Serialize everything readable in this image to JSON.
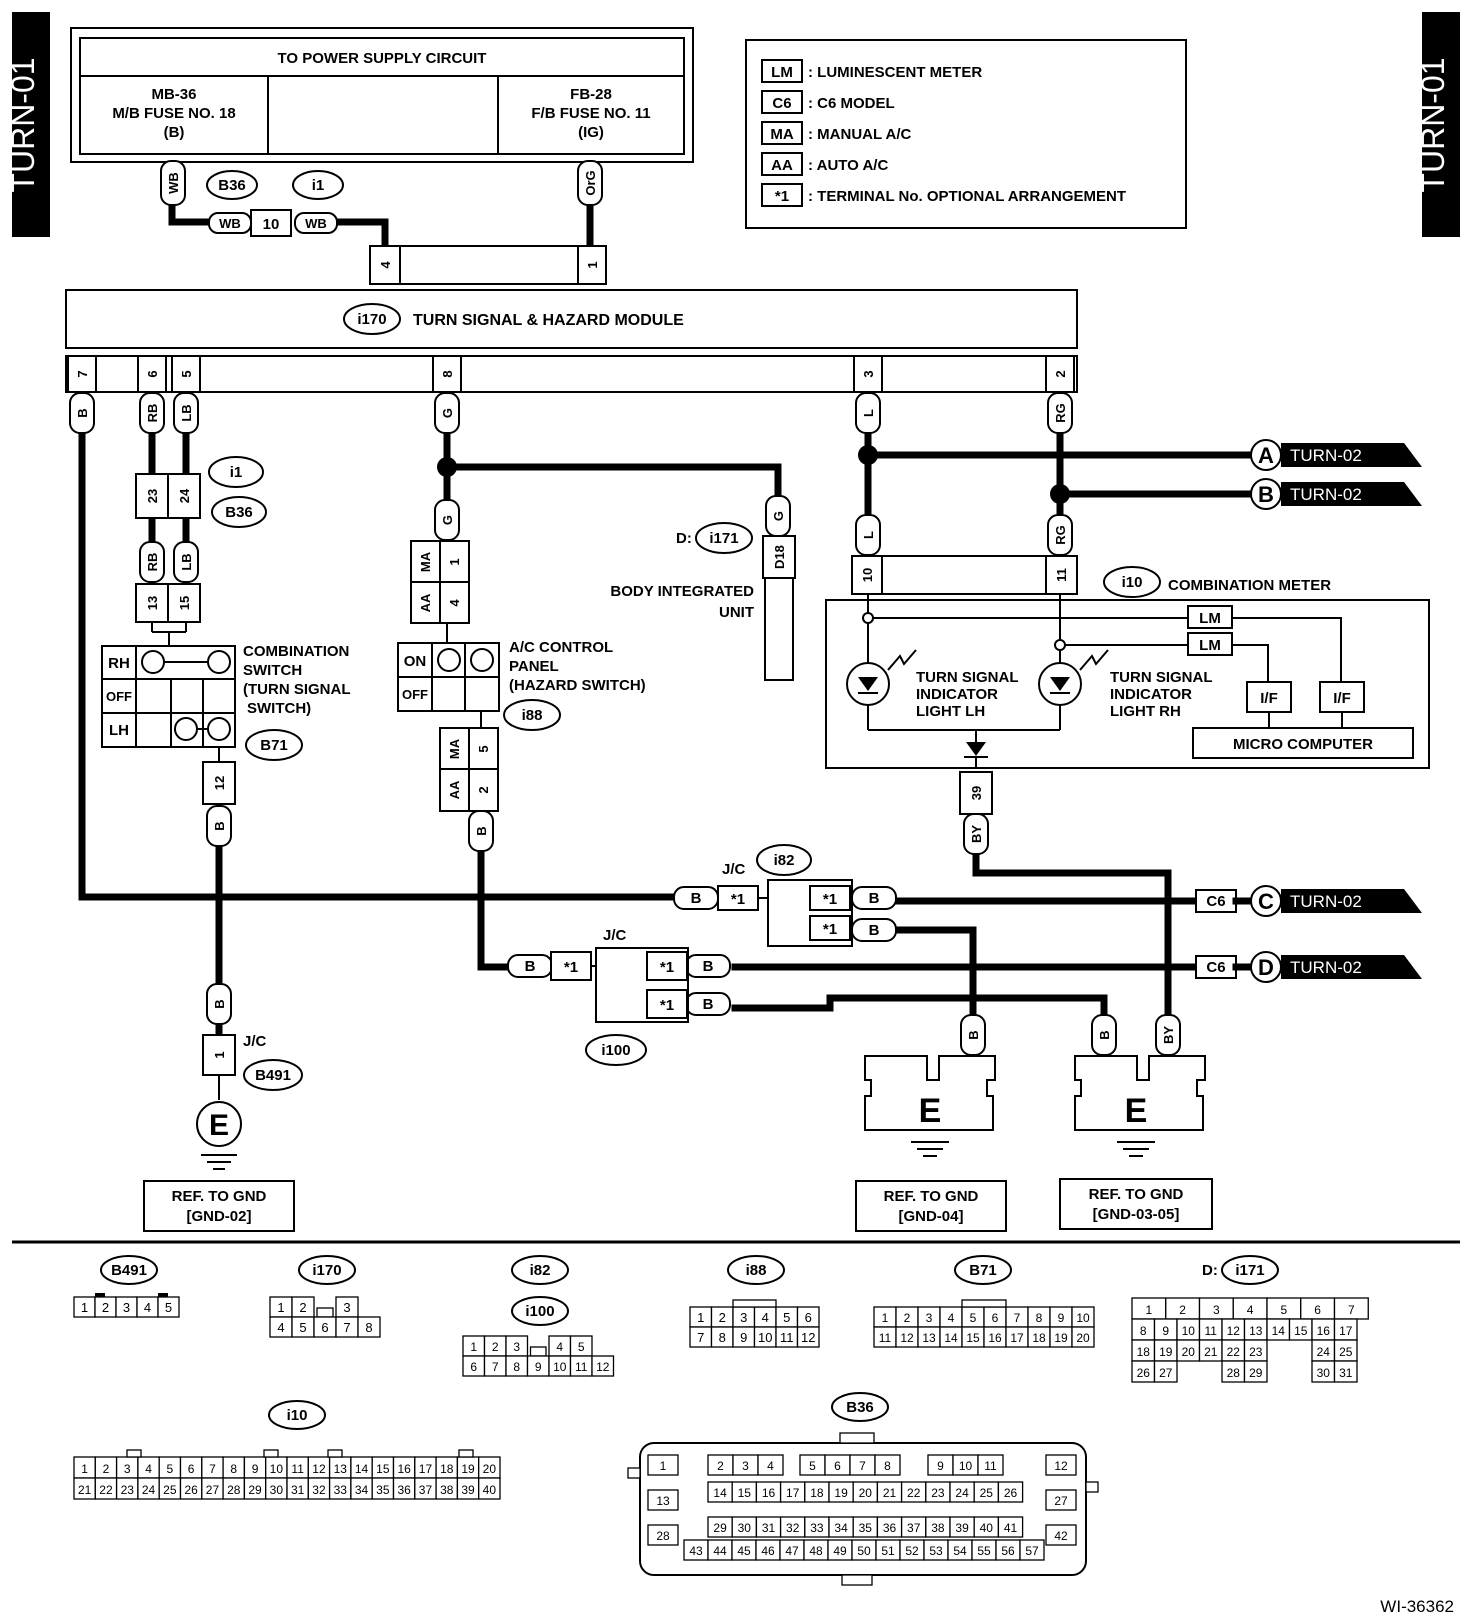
{
  "diagram_id": "WI-36362",
  "side_tab": "TURN-01",
  "power_box": {
    "title": "TO POWER SUPPLY CIRCUIT",
    "left_fuse": [
      "MB-36",
      "M/B FUSE NO. 18",
      "(B)"
    ],
    "right_fuse": [
      "FB-28",
      "F/B FUSE NO. 11",
      "(IG)"
    ]
  },
  "legend": [
    {
      "code": "LM",
      "text": ": LUMINESCENT METER"
    },
    {
      "code": "C6",
      "text": ": C6 MODEL"
    },
    {
      "code": "MA",
      "text": ": MANUAL A/C"
    },
    {
      "code": "AA",
      "text": ": AUTO A/C"
    },
    {
      "code": "*1",
      "text": ": TERMINAL No. OPTIONAL ARRANGEMENT"
    }
  ],
  "module": {
    "connector": "i170",
    "label": "TURN SIGNAL & HAZARD MODULE",
    "pins": [
      "7",
      "6",
      "5",
      "8",
      "3",
      "2"
    ],
    "power_pins": [
      "4",
      "1"
    ]
  },
  "wire_colors": {
    "WB": "WB",
    "OrG": "OrG",
    "B": "B",
    "RB": "RB",
    "LB": "LB",
    "G": "G",
    "L": "L",
    "RG": "RG",
    "BY": "BY"
  },
  "connectors": {
    "B36": "B36",
    "i1": "i1",
    "i171": "i171",
    "i171_prefix": "D:",
    "i10": "i10",
    "i88": "i88",
    "i82": "i82",
    "i100": "i100",
    "B71": "B71",
    "B491": "B491"
  },
  "pin_labels": {
    "p10": "10",
    "p23": "23",
    "p24": "24",
    "p13": "13",
    "p15": "15",
    "p12": "12",
    "p1": "1",
    "p4": "4",
    "p5": "5",
    "p2": "2",
    "d18": "D18",
    "p11": "11",
    "p39": "39",
    "star": "*1",
    "ma": "MA",
    "aa": "AA"
  },
  "components": {
    "body_unit": [
      "BODY INTEGRATED",
      "UNIT"
    ],
    "combo_meter": "COMBINATION METER",
    "combo_switch": [
      "COMBINATION",
      "SWITCH",
      "(TURN SIGNAL",
      "SWITCH)"
    ],
    "ac_panel": [
      "A/C CONTROL",
      "PANEL",
      "(HAZARD SWITCH)"
    ],
    "lh_light": [
      "TURN SIGNAL",
      "INDICATOR",
      "LIGHT LH"
    ],
    "rh_light": [
      "TURN SIGNAL",
      "INDICATOR",
      "LIGHT RH"
    ],
    "micro": "MICRO COMPUTER",
    "lm": "LM",
    "if": "I/F",
    "jc": "J/C",
    "switch_rows": [
      "RH",
      "OFF",
      "LH"
    ],
    "hazard_rows": [
      "ON",
      "OFF"
    ]
  },
  "outputs": [
    {
      "letter": "A",
      "ref": "TURN-02"
    },
    {
      "letter": "B",
      "ref": "TURN-02"
    },
    {
      "letter": "C",
      "ref": "TURN-02",
      "tag": "C6"
    },
    {
      "letter": "D",
      "ref": "TURN-02",
      "tag": "C6"
    }
  ],
  "grounds": [
    {
      "symbol": "E",
      "ref": "REF. TO GND",
      "code": "[GND-02]"
    },
    {
      "symbol": "E",
      "ref": "REF. TO GND",
      "code": "[GND-04]"
    },
    {
      "symbol": "E",
      "ref": "REF. TO GND",
      "code": "[GND-03-05]"
    }
  ],
  "connector_faces": {
    "B491": [
      [
        "1",
        "2",
        "3",
        "4",
        "5"
      ]
    ],
    "i170": [
      [
        "1",
        "2",
        "",
        "3"
      ],
      [
        "4",
        "5",
        "6",
        "7",
        "8"
      ]
    ],
    "i82_i100": [
      [
        "1",
        "2",
        "3",
        "",
        "4",
        "5"
      ],
      [
        "6",
        "7",
        "8",
        "9",
        "10",
        "11",
        "12"
      ]
    ],
    "i88": [
      [
        "1",
        "2",
        "3",
        "4",
        "5",
        "6"
      ],
      [
        "7",
        "8",
        "9",
        "10",
        "11",
        "12"
      ]
    ],
    "B71": [
      [
        "1",
        "2",
        "3",
        "4",
        "5",
        "6",
        "7",
        "8",
        "9",
        "10"
      ],
      [
        "11",
        "12",
        "13",
        "14",
        "15",
        "16",
        "17",
        "18",
        "19",
        "20"
      ]
    ],
    "i171": [
      [
        "1",
        "2",
        "3",
        "4",
        "5",
        "6",
        "7"
      ],
      [
        "8",
        "9",
        "10",
        "11",
        "12",
        "13",
        "14",
        "15",
        "16",
        "17"
      ],
      [
        "18",
        "19",
        "20",
        "21",
        "22",
        "23",
        "24",
        "25"
      ],
      [
        "26",
        "27",
        "28",
        "29",
        "30",
        "31"
      ]
    ],
    "i10": [
      [
        "1",
        "2",
        "3",
        "4",
        "5",
        "6",
        "7",
        "8",
        "9",
        "10",
        "11",
        "12",
        "13",
        "14",
        "15",
        "16",
        "17",
        "18",
        "19",
        "20"
      ],
      [
        "21",
        "22",
        "23",
        "24",
        "25",
        "26",
        "27",
        "28",
        "29",
        "30",
        "31",
        "32",
        "33",
        "34",
        "35",
        "36",
        "37",
        "38",
        "39",
        "40"
      ]
    ],
    "B36_top": [
      "1",
      "2",
      "3",
      "4",
      "5",
      "6",
      "7",
      "8",
      "9",
      "10",
      "11",
      "12"
    ],
    "B36_mid": [
      "13",
      "14",
      "15",
      "16",
      "17",
      "18",
      "19",
      "20",
      "21",
      "22",
      "23",
      "24",
      "25",
      "26",
      "27"
    ],
    "B36_r3": [
      "28",
      "29",
      "30",
      "31",
      "32",
      "33",
      "34",
      "35",
      "36",
      "37",
      "38",
      "39",
      "40",
      "41",
      "42"
    ],
    "B36_r4": [
      "43",
      "44",
      "45",
      "46",
      "47",
      "48",
      "49",
      "50",
      "51",
      "52",
      "53",
      "54",
      "55",
      "56",
      "57"
    ]
  }
}
